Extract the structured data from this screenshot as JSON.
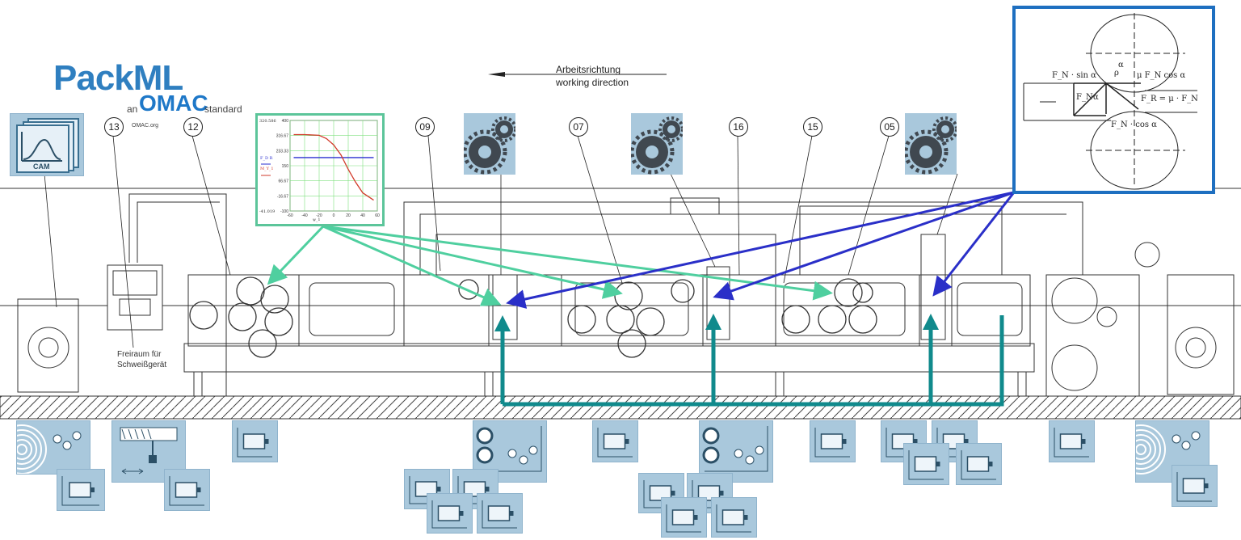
{
  "logo": {
    "main": "PackML",
    "an": "an",
    "omac": "OMAC",
    "standard": "standard",
    "org": "OMAC.org"
  },
  "cam_icon": {
    "label": "CAM"
  },
  "direction": {
    "de": "Arbeitsrichtung",
    "en": "working direction"
  },
  "note": {
    "line1": "Freiraum für",
    "line2": "Schweißgerät"
  },
  "position_numbers": [
    "13",
    "12",
    "09",
    "07",
    "16",
    "15",
    "05"
  ],
  "formula": {
    "fn_sin": "F_N · sin α",
    "mu_fn_cos": "μ F_N cos α",
    "fn": "F_N",
    "alpha": "α",
    "rho": "ρ",
    "fr": "F_R = μ · F_N",
    "fn_cos": "F_N · cos α"
  },
  "colors": {
    "green_arrow": "#4fcf9f",
    "blue_arrow": "#2a2fc8",
    "teal_arrow": "#108a8c",
    "icon_bg": "#a9c8dc",
    "logo_blue": "#2f7fc0"
  },
  "chart_data": {
    "type": "line",
    "title": "",
    "xlabel": "ψ_1",
    "ylabel": "",
    "legend": [
      "F_D R",
      "M_Y_1"
    ],
    "xlim": [
      -60,
      60
    ],
    "ylim": [
      -100,
      400
    ],
    "xticks": [
      "-60",
      "-40",
      "-20",
      "0",
      "20",
      "40",
      "60"
    ],
    "yticks": [
      "400",
      "316.67",
      "233.33",
      "150",
      "66.67",
      "-16.67",
      "-100"
    ],
    "annotations": {
      "ymax": "320.586",
      "ymin": "-41.019"
    },
    "series": [
      {
        "name": "F_D R",
        "color": "#2a2fd0",
        "x": [
          -55,
          55
        ],
        "y": [
          195,
          195
        ]
      },
      {
        "name": "M_Y_1",
        "color": "#d23b2b",
        "x": [
          -55,
          -40,
          -20,
          -10,
          0,
          10,
          20,
          30,
          40,
          55
        ],
        "y": [
          322,
          322,
          318,
          300,
          265,
          210,
          130,
          60,
          0,
          -40
        ]
      }
    ]
  }
}
